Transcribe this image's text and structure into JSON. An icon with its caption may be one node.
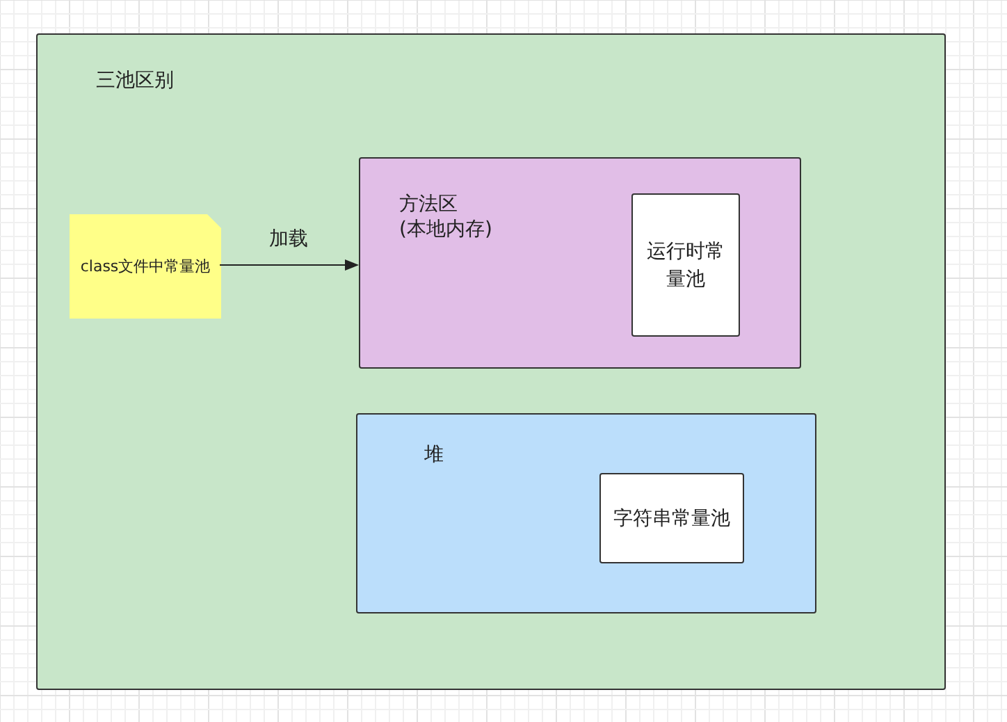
{
  "diagram": {
    "nodes": [
      {
        "text": [
          "三池区别"
        ]
      },
      {
        "text": [
          "class文件中常量池"
        ],
        "in": 0
      },
      {
        "text": [
          "方法区 (本地内存)"
        ],
        "in": 0
      },
      {
        "text": [
          "运行时常量池"
        ],
        "in": 2
      },
      {
        "text": [
          "堆"
        ],
        "in": 0
      },
      {
        "text": [
          "字符串常量池"
        ],
        "in": 4
      }
    ],
    "edges": [
      {
        "from": 1,
        "to": 2,
        "arrow": "to",
        "label": "加载"
      }
    ]
  }
}
